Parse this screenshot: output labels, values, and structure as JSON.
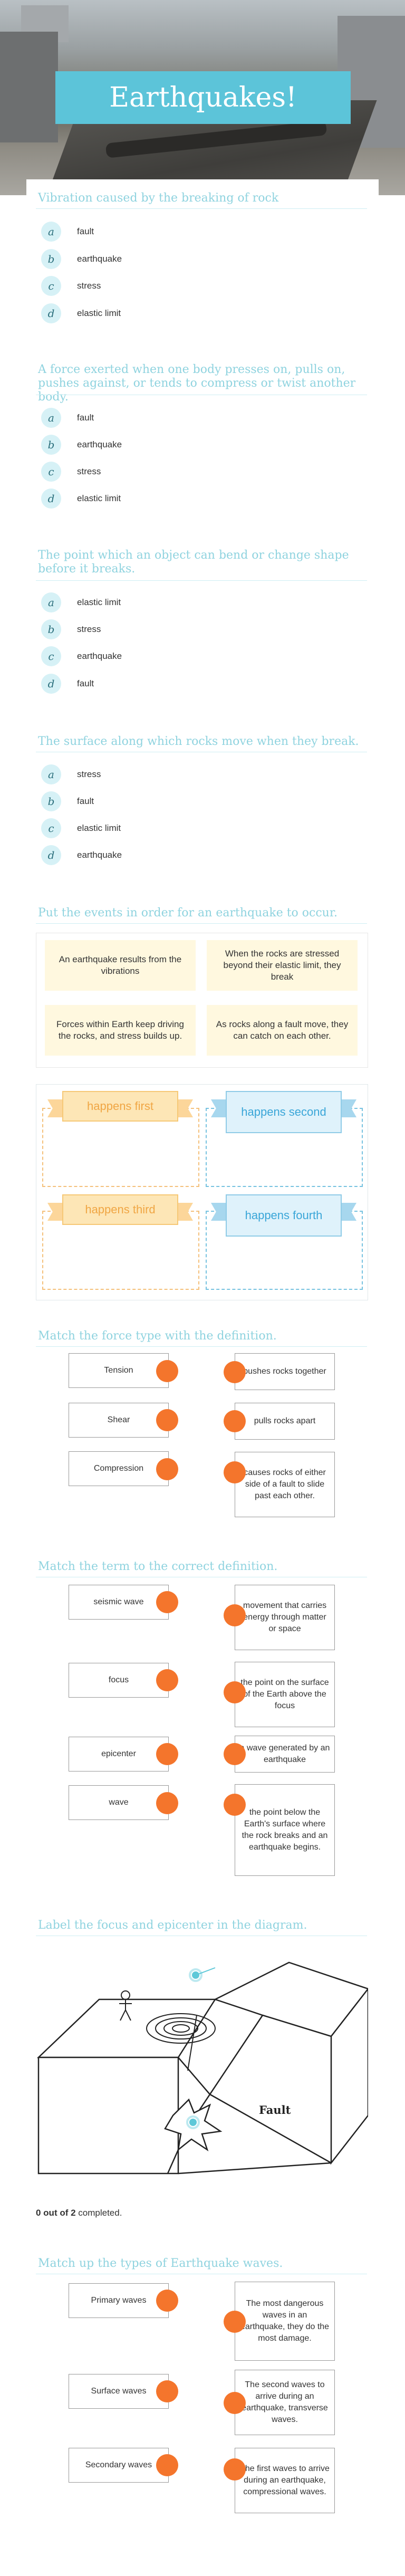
{
  "header": {
    "title": "Earthquakes!"
  },
  "questions": [
    {
      "title": "Vibration caused by the breaking of rock",
      "options": [
        {
          "letter": "a",
          "label": "fault"
        },
        {
          "letter": "b",
          "label": "earthquake"
        },
        {
          "letter": "c",
          "label": "stress"
        },
        {
          "letter": "d",
          "label": "elastic limit"
        }
      ]
    },
    {
      "title": "A force exerted when one body presses on, pulls on, pushes against, or tends to compress or twist another body.",
      "options": [
        {
          "letter": "a",
          "label": "fault"
        },
        {
          "letter": "b",
          "label": "earthquake"
        },
        {
          "letter": "c",
          "label": "stress"
        },
        {
          "letter": "d",
          "label": "elastic limit"
        }
      ]
    },
    {
      "title": "The point which an object can bend or change shape before it breaks.",
      "options": [
        {
          "letter": "a",
          "label": "elastic limit"
        },
        {
          "letter": "b",
          "label": "stress"
        },
        {
          "letter": "c",
          "label": "earthquake"
        },
        {
          "letter": "d",
          "label": "fault"
        }
      ]
    },
    {
      "title": "The surface along which rocks move when they break.",
      "options": [
        {
          "letter": "a",
          "label": "stress"
        },
        {
          "letter": "b",
          "label": "fault"
        },
        {
          "letter": "c",
          "label": "elastic limit"
        },
        {
          "letter": "d",
          "label": "earthquake"
        }
      ]
    }
  ],
  "ordering": {
    "title": "Put the events in order for an earthquake to occur.",
    "cards": [
      "An earthquake results from the vibrations",
      "When the rocks are stressed beyond their elastic limit, they break",
      "Forces within Earth keep driving the rocks, and stress builds up.",
      "As rocks along a fault move, they can catch on each other."
    ],
    "slots": [
      "happens first",
      "happens second",
      "happens third",
      "happens fourth"
    ]
  },
  "match_force": {
    "title": "Match the force type with the definition.",
    "left": [
      "Tension",
      "Shear",
      "Compression"
    ],
    "right": [
      "pushes rocks together",
      "pulls rocks apart",
      "causes rocks of either side of a fault to slide past each other."
    ]
  },
  "match_term": {
    "title": "Match the term to the  correct definition.",
    "left": [
      "seismic wave",
      "focus",
      "epicenter",
      "wave"
    ],
    "right": [
      "movement that carries energy through matter or space",
      "the point on the surface of the Earth above the focus",
      "a wave generated by an earthquake",
      "the point below the Earth's surface where the rock breaks and an earthquake begins."
    ]
  },
  "diagram": {
    "title": "Label the focus and epicenter in the diagram.",
    "fault_label": "Fault",
    "completed_count": "0 out of 2",
    "completed_suffix": " completed."
  },
  "match_waves": {
    "title": "Match up the types of Earthquake waves.",
    "left": [
      "Primary waves",
      "Surface waves",
      "Secondary waves"
    ],
    "right": [
      "The most dangerous waves in an earthquake, they do the most damage.",
      "The second waves to arrive during an earthquake, transverse waves.",
      "The first waves to arrive during an earthquake, compressional waves."
    ]
  },
  "colors": {
    "accent": "#5cc4d9",
    "title_text": "#8fd3df",
    "dot": "#f4752c",
    "card": "#fff8df"
  }
}
